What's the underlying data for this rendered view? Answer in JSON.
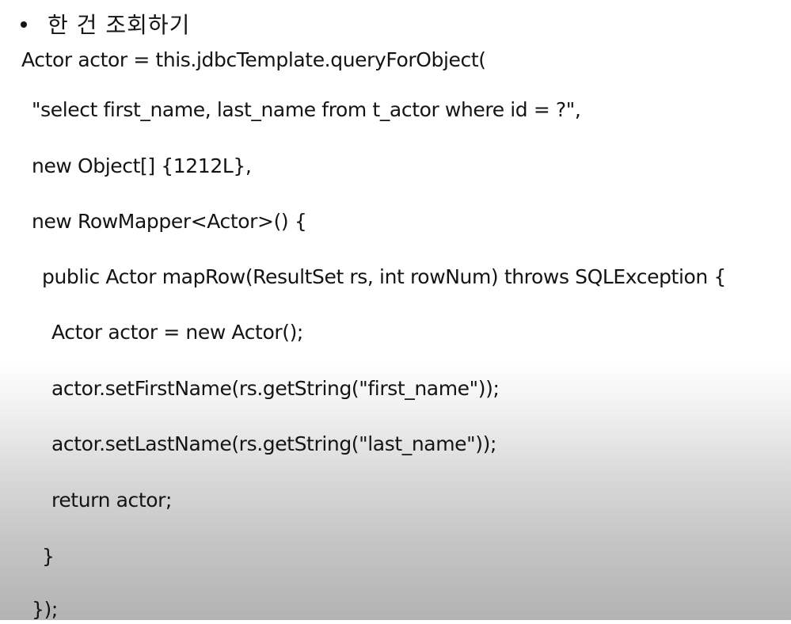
{
  "heading": "한 건 조회하기",
  "code_lines": [
    "Actor actor = this.jdbcTemplate.queryForObject(",
    "\"select first_name, last_name from t_actor where id = ?\",",
    "new Object[] {1212L},",
    "new RowMapper<Actor>() {",
    "public Actor mapRow(ResultSet rs, int rowNum) throws SQLException {",
    "Actor actor = new Actor();",
    "actor.setFirstName(rs.getString(\"first_name\"));",
    "actor.setLastName(rs.getString(\"last_name\"));",
    "return actor;",
    "}",
    "});"
  ]
}
